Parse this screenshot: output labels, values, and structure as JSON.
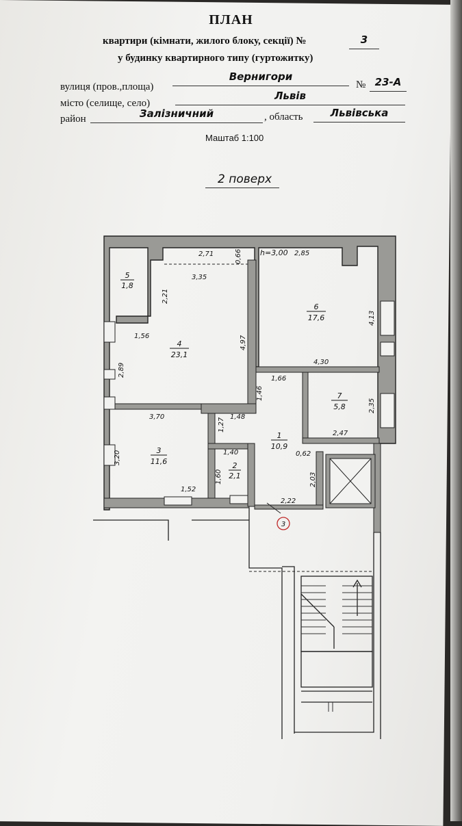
{
  "header": {
    "title": "ПЛАН",
    "line1_label": "квартири (кімнати, жилого блоку, секції) №",
    "apartment_no": "3",
    "line2_label": "у  будинку квартирного типу  (гуртожитку)",
    "street_label": "вулиця (пров.,площа)",
    "street_value": "Вернигори",
    "number_sign": "№",
    "number_value": "23-А",
    "city_label": "місто (селище, село)",
    "city_value": "Львів",
    "district_label": "район",
    "district_value": "Залізничний",
    "oblast_label": ", область",
    "oblast_value": "Львівська",
    "scale": "Маштаб 1:100",
    "floor": "2 поверх"
  },
  "plan": {
    "height_note": "h=3,00",
    "rooms": [
      {
        "no": "1",
        "area": "10,9"
      },
      {
        "no": "2",
        "area": "2,1"
      },
      {
        "no": "3",
        "area": "11,6"
      },
      {
        "no": "4",
        "area": "23,1"
      },
      {
        "no": "5",
        "area": "1,8"
      },
      {
        "no": "6",
        "area": "17,6"
      },
      {
        "no": "7",
        "area": "5,8"
      }
    ],
    "dims": [
      "2,71",
      "0,66",
      "2,85",
      "3,35",
      "2,21",
      "4,97",
      "1,56",
      "2,89",
      "4,13",
      "4,30",
      "1,66",
      "1,46",
      "2,35",
      "3,70",
      "1,27",
      "1,48",
      "2,47",
      "0,62",
      "3,20",
      "1,40",
      "1,60",
      "2,03",
      "1,52",
      "2,22"
    ],
    "apartment_marker": "3"
  }
}
